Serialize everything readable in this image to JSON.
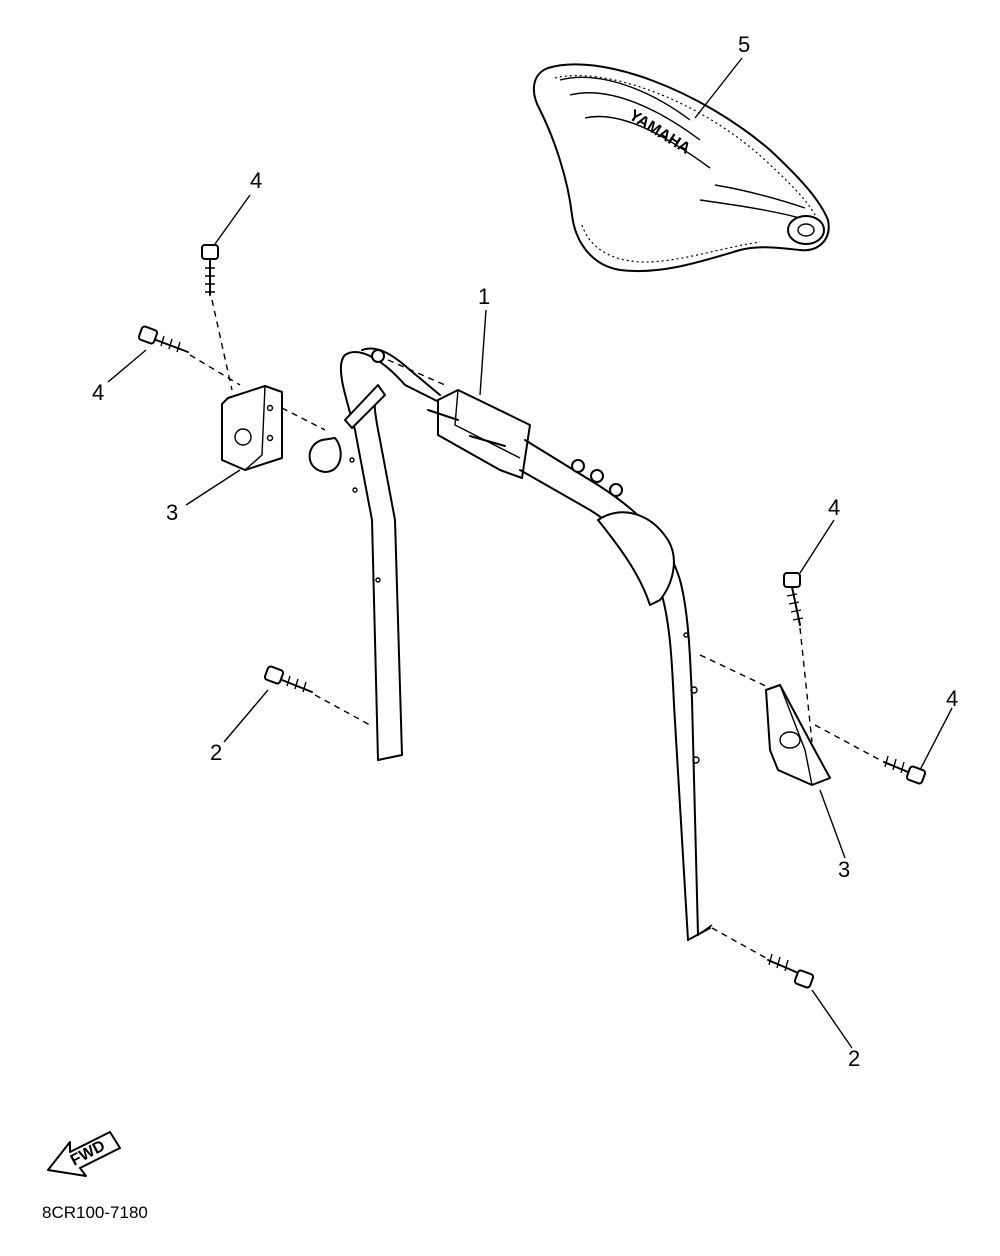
{
  "callouts": {
    "handlebar": "1",
    "bolt_left_lower": "2",
    "bolt_right_lower": "2",
    "holder_left": "3",
    "holder_right": "3",
    "bolt_left_top": "4",
    "bolt_left_side": "4",
    "bolt_right_top": "4",
    "bolt_right_side": "4",
    "pad": "5"
  },
  "pad_brand": "YAMAHA",
  "fwd_label": "FWD",
  "diagram_code": "8CR100-7180"
}
